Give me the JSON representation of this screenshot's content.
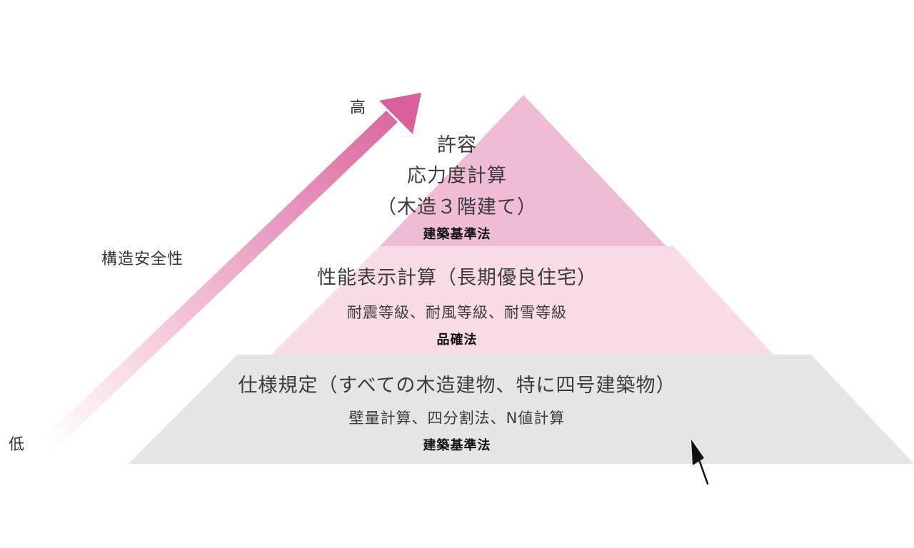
{
  "axis": {
    "high_label": "高",
    "low_label": "低",
    "axis_title": "構造安全性",
    "arrow_color": "#d9609a"
  },
  "tiers": [
    {
      "lines": [
        "許容",
        "応力度計算",
        "（木造３階建て）"
      ],
      "law": "建築基準法",
      "color": "#f0bcd5"
    },
    {
      "lines": [
        "性能表示計算（長期優良住宅）"
      ],
      "details": "耐震等級、耐風等級、耐雪等級",
      "law": "品確法",
      "color": "#f9dbe8"
    },
    {
      "lines": [
        "仕様規定（すべての木造建物、特に四号建築物）"
      ],
      "details": "壁量計算、四分割法、N値計算",
      "law": "建築基準法",
      "color": "#e5e5e5"
    }
  ]
}
